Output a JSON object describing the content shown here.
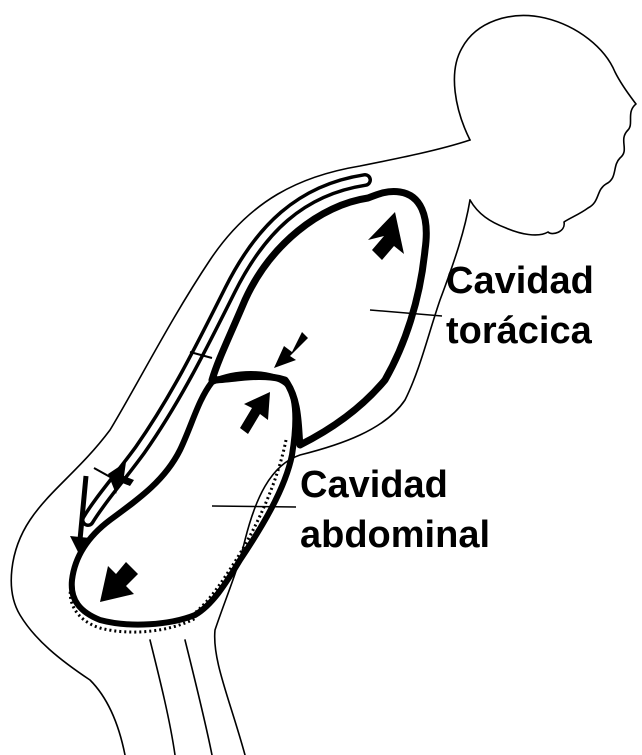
{
  "figure": {
    "labels": {
      "thoracic_line1": "Cavidad",
      "thoracic_line2": "torácica",
      "abdominal_line1": "Cavidad",
      "abdominal_line2": "abdominal"
    },
    "colors": {
      "ink": "#000000",
      "paper": "#ffffff"
    },
    "icons": {
      "pressure_arrow": "filled-arrow-icon",
      "pointer_arrow": "down-arrow-icon"
    }
  }
}
